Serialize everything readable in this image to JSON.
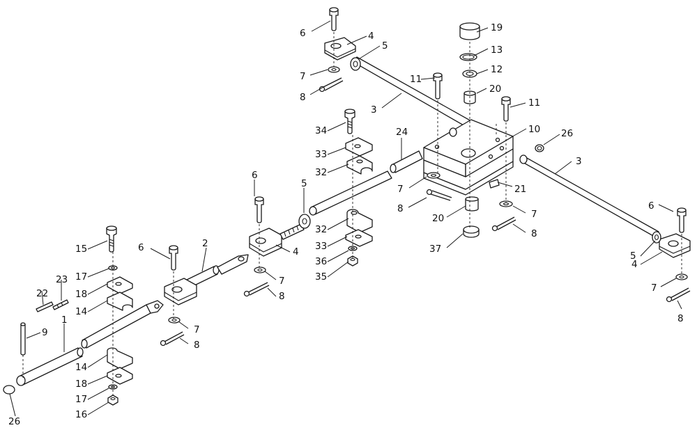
{
  "figure": {
    "background": "#ffffff",
    "ink": "#1a1a1a",
    "callouts": [
      {
        "id": "c1",
        "text": "1"
      },
      {
        "id": "c2",
        "text": "2"
      },
      {
        "id": "c3a",
        "text": "3"
      },
      {
        "id": "c3b",
        "text": "3"
      },
      {
        "id": "c4a",
        "text": "4"
      },
      {
        "id": "c4b",
        "text": "4"
      },
      {
        "id": "c4c",
        "text": "4"
      },
      {
        "id": "c5a",
        "text": "5"
      },
      {
        "id": "c5b",
        "text": "5"
      },
      {
        "id": "c5c",
        "text": "5"
      },
      {
        "id": "c6a",
        "text": "6"
      },
      {
        "id": "c6b",
        "text": "6"
      },
      {
        "id": "c6c",
        "text": "6"
      },
      {
        "id": "c6d",
        "text": "6"
      },
      {
        "id": "c7a",
        "text": "7"
      },
      {
        "id": "c7b",
        "text": "7"
      },
      {
        "id": "c7c",
        "text": "7"
      },
      {
        "id": "c7d",
        "text": "7"
      },
      {
        "id": "c7e",
        "text": "7"
      },
      {
        "id": "c7f",
        "text": "7"
      },
      {
        "id": "c8a",
        "text": "8"
      },
      {
        "id": "c8b",
        "text": "8"
      },
      {
        "id": "c8c",
        "text": "8"
      },
      {
        "id": "c8d",
        "text": "8"
      },
      {
        "id": "c8e",
        "text": "8"
      },
      {
        "id": "c8f",
        "text": "8"
      },
      {
        "id": "c9",
        "text": "9"
      },
      {
        "id": "c10",
        "text": "10"
      },
      {
        "id": "c11a",
        "text": "11"
      },
      {
        "id": "c11b",
        "text": "11"
      },
      {
        "id": "c12",
        "text": "12"
      },
      {
        "id": "c13",
        "text": "13"
      },
      {
        "id": "c14a",
        "text": "14"
      },
      {
        "id": "c14b",
        "text": "14"
      },
      {
        "id": "c15",
        "text": "15"
      },
      {
        "id": "c16",
        "text": "16"
      },
      {
        "id": "c17a",
        "text": "17"
      },
      {
        "id": "c17b",
        "text": "17"
      },
      {
        "id": "c18a",
        "text": "18"
      },
      {
        "id": "c18b",
        "text": "18"
      },
      {
        "id": "c19",
        "text": "19"
      },
      {
        "id": "c20a",
        "text": "20"
      },
      {
        "id": "c20b",
        "text": "20"
      },
      {
        "id": "c21",
        "text": "21"
      },
      {
        "id": "c22",
        "text": "22"
      },
      {
        "id": "c23",
        "text": "23"
      },
      {
        "id": "c24",
        "text": "24"
      },
      {
        "id": "c26a",
        "text": "26"
      },
      {
        "id": "c26b",
        "text": "26"
      },
      {
        "id": "c32a",
        "text": "32"
      },
      {
        "id": "c32b",
        "text": "32"
      },
      {
        "id": "c33a",
        "text": "33"
      },
      {
        "id": "c33b",
        "text": "33"
      },
      {
        "id": "c34",
        "text": "34"
      },
      {
        "id": "c35",
        "text": "35"
      },
      {
        "id": "c36",
        "text": "36"
      },
      {
        "id": "c37",
        "text": "37"
      }
    ]
  }
}
